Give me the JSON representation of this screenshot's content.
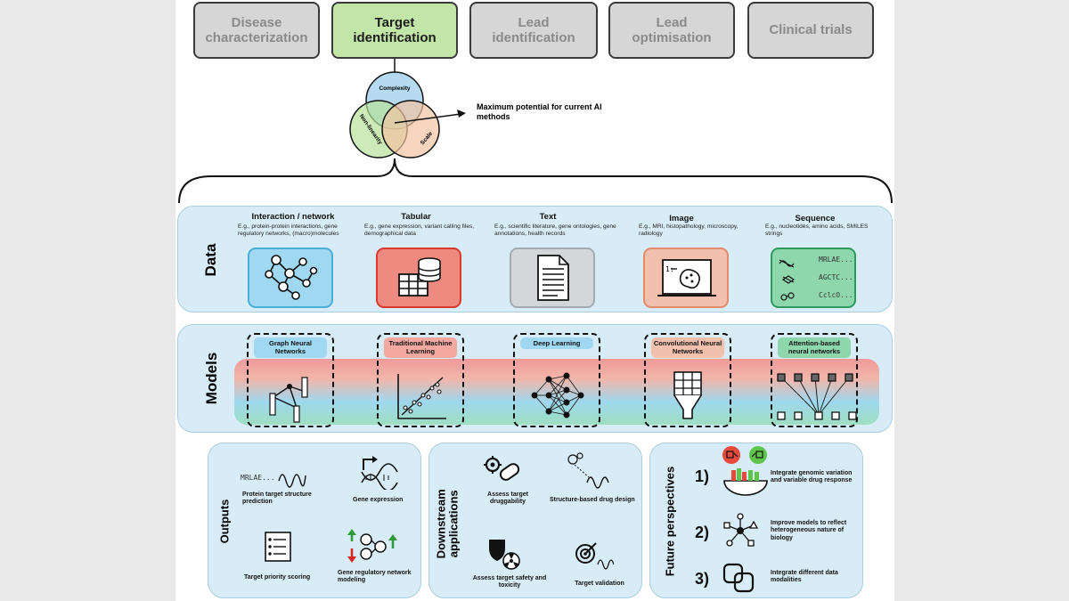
{
  "stages": [
    "Disease characterization",
    "Target identification",
    "Lead identification",
    "Lead optimisation",
    "Clinical trials"
  ],
  "venn": {
    "complexity": "Complexity",
    "nonlinearity": "Non-linearity",
    "scale": "Scale",
    "callout": "Maximum potential for current AI methods"
  },
  "data": {
    "label": "Data",
    "types": [
      {
        "title": "Interaction / network",
        "desc": "E.g., protein-protein interactions, gene regulatory networks, (macro)molecules"
      },
      {
        "title": "Tabular",
        "desc": "E.g., gene expression, variant calling files, demographical data"
      },
      {
        "title": "Text",
        "desc": "E.g., scientific literature, gene ontologies, gene annotations, health records"
      },
      {
        "title": "Image",
        "desc": "E.g., MRI, histopathology, microscopy, radiology"
      },
      {
        "title": "Sequence",
        "desc": "E.g., nucleotides, amino acids, SMILES strings"
      }
    ],
    "sequences": [
      "MRLAE...",
      "AGCTC...",
      "CclcO..."
    ]
  },
  "models": {
    "label": "Models",
    "items": [
      "Graph Neural Networks",
      "Traditional Machine Learning",
      "Deep Learning",
      "Convolutional Neural Networks",
      "Attention-based neural networks"
    ]
  },
  "outputs": {
    "label": "Outputs",
    "seq": "MRLAE...",
    "items": [
      "Protein target structure prediction",
      "Gene expression",
      "Target priority scoring",
      "Gene regulatory network modeling"
    ]
  },
  "downstream": {
    "label": "Downstream applications",
    "items": [
      "Assess target druggability",
      "Structure-based drug design",
      "Assess target safety and toxicity",
      "Target validation"
    ]
  },
  "future": {
    "label": "Future perspectives",
    "items": [
      {
        "num": "1)",
        "text": "Integrate genomic variation and variable drug response"
      },
      {
        "num": "2)",
        "text": "Improve models to reflect heterogeneous nature of biology"
      },
      {
        "num": "3)",
        "text": "Integrate different data modalities"
      }
    ]
  },
  "colors": {
    "active_stage": "#c2e6a8",
    "inactive_stage": "#d6d6d6",
    "section_bg": "#d8ecf7",
    "network": "#9fd8f0",
    "tabular": "#ef8a80",
    "text": "#d4d6da",
    "image": "#f2c0ad",
    "sequence": "#8ed6ac"
  }
}
